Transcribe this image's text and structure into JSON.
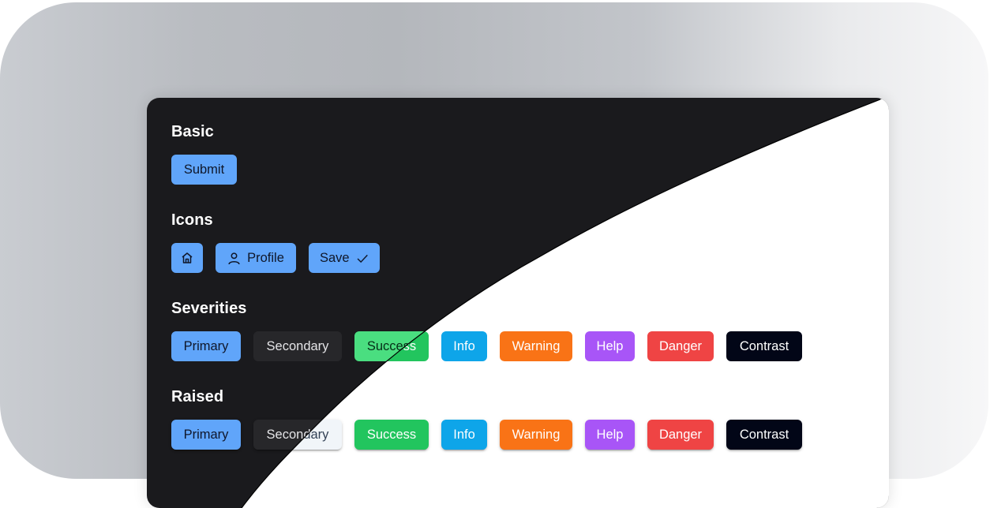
{
  "theme_split": {
    "left_theme": "dark",
    "right_theme": "light",
    "dark_surface": "#1a1a1d",
    "light_surface": "#ffffff"
  },
  "sections": {
    "basic": {
      "title": "Basic",
      "buttons": [
        {
          "label": "Submit",
          "severity": "primary"
        }
      ]
    },
    "icons": {
      "title": "Icons",
      "buttons": [
        {
          "label": "",
          "icon": "home-icon",
          "severity": "primary"
        },
        {
          "label": "Profile",
          "icon": "user-icon",
          "icon_pos": "left",
          "severity": "primary"
        },
        {
          "label": "Save",
          "icon": "check-icon",
          "icon_pos": "right",
          "severity": "primary"
        }
      ]
    },
    "severities": {
      "title": "Severities",
      "buttons": [
        {
          "label": "Primary",
          "severity": "primary"
        },
        {
          "label": "Secondary",
          "severity": "secondary"
        },
        {
          "label": "Success",
          "severity": "success"
        },
        {
          "label": "Info",
          "severity": "info"
        },
        {
          "label": "Warning",
          "severity": "warning"
        },
        {
          "label": "Help",
          "severity": "help"
        },
        {
          "label": "Danger",
          "severity": "danger"
        },
        {
          "label": "Contrast",
          "severity": "contrast"
        }
      ]
    },
    "raised": {
      "title": "Raised",
      "buttons": [
        {
          "label": "Primary",
          "severity": "primary"
        },
        {
          "label": "Secondary",
          "severity": "secondary"
        },
        {
          "label": "Success",
          "severity": "success"
        },
        {
          "label": "Info",
          "severity": "info"
        },
        {
          "label": "Warning",
          "severity": "warning"
        },
        {
          "label": "Help",
          "severity": "help"
        },
        {
          "label": "Danger",
          "severity": "danger"
        },
        {
          "label": "Contrast",
          "severity": "contrast"
        }
      ]
    }
  },
  "colors": {
    "primary": "#60a5fa",
    "success_light": "#22c55e",
    "info_light": "#0ea5e9",
    "warning_light": "#f97316",
    "help_light": "#a855f7",
    "danger_light": "#ef4444",
    "contrast_light": "#020617",
    "secondary_dark": "#27272a",
    "secondary_light": "#f1f5f9"
  }
}
